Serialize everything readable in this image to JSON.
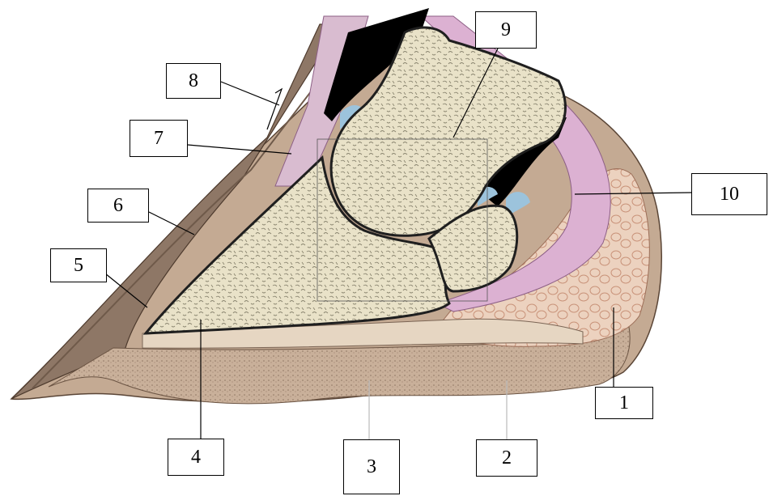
{
  "labels": {
    "l1": "1",
    "l2": "2",
    "l3": "3",
    "l4": "4",
    "l5": "5",
    "l6": "6",
    "l7": "7",
    "l8": "8",
    "l9": "9",
    "l10": "10"
  },
  "colors": {
    "bone_fill": "#e9e2c8",
    "bone_outline": "#2a2a2a",
    "hoof_wall": "#b39f8a",
    "sole": "#c7ad95",
    "digital_cushion": "#e8c9b6",
    "tendon": "#dcb1d2",
    "joint_space": "#000000",
    "cartilage": "#9cc3dc",
    "leader_line": "#000000"
  }
}
